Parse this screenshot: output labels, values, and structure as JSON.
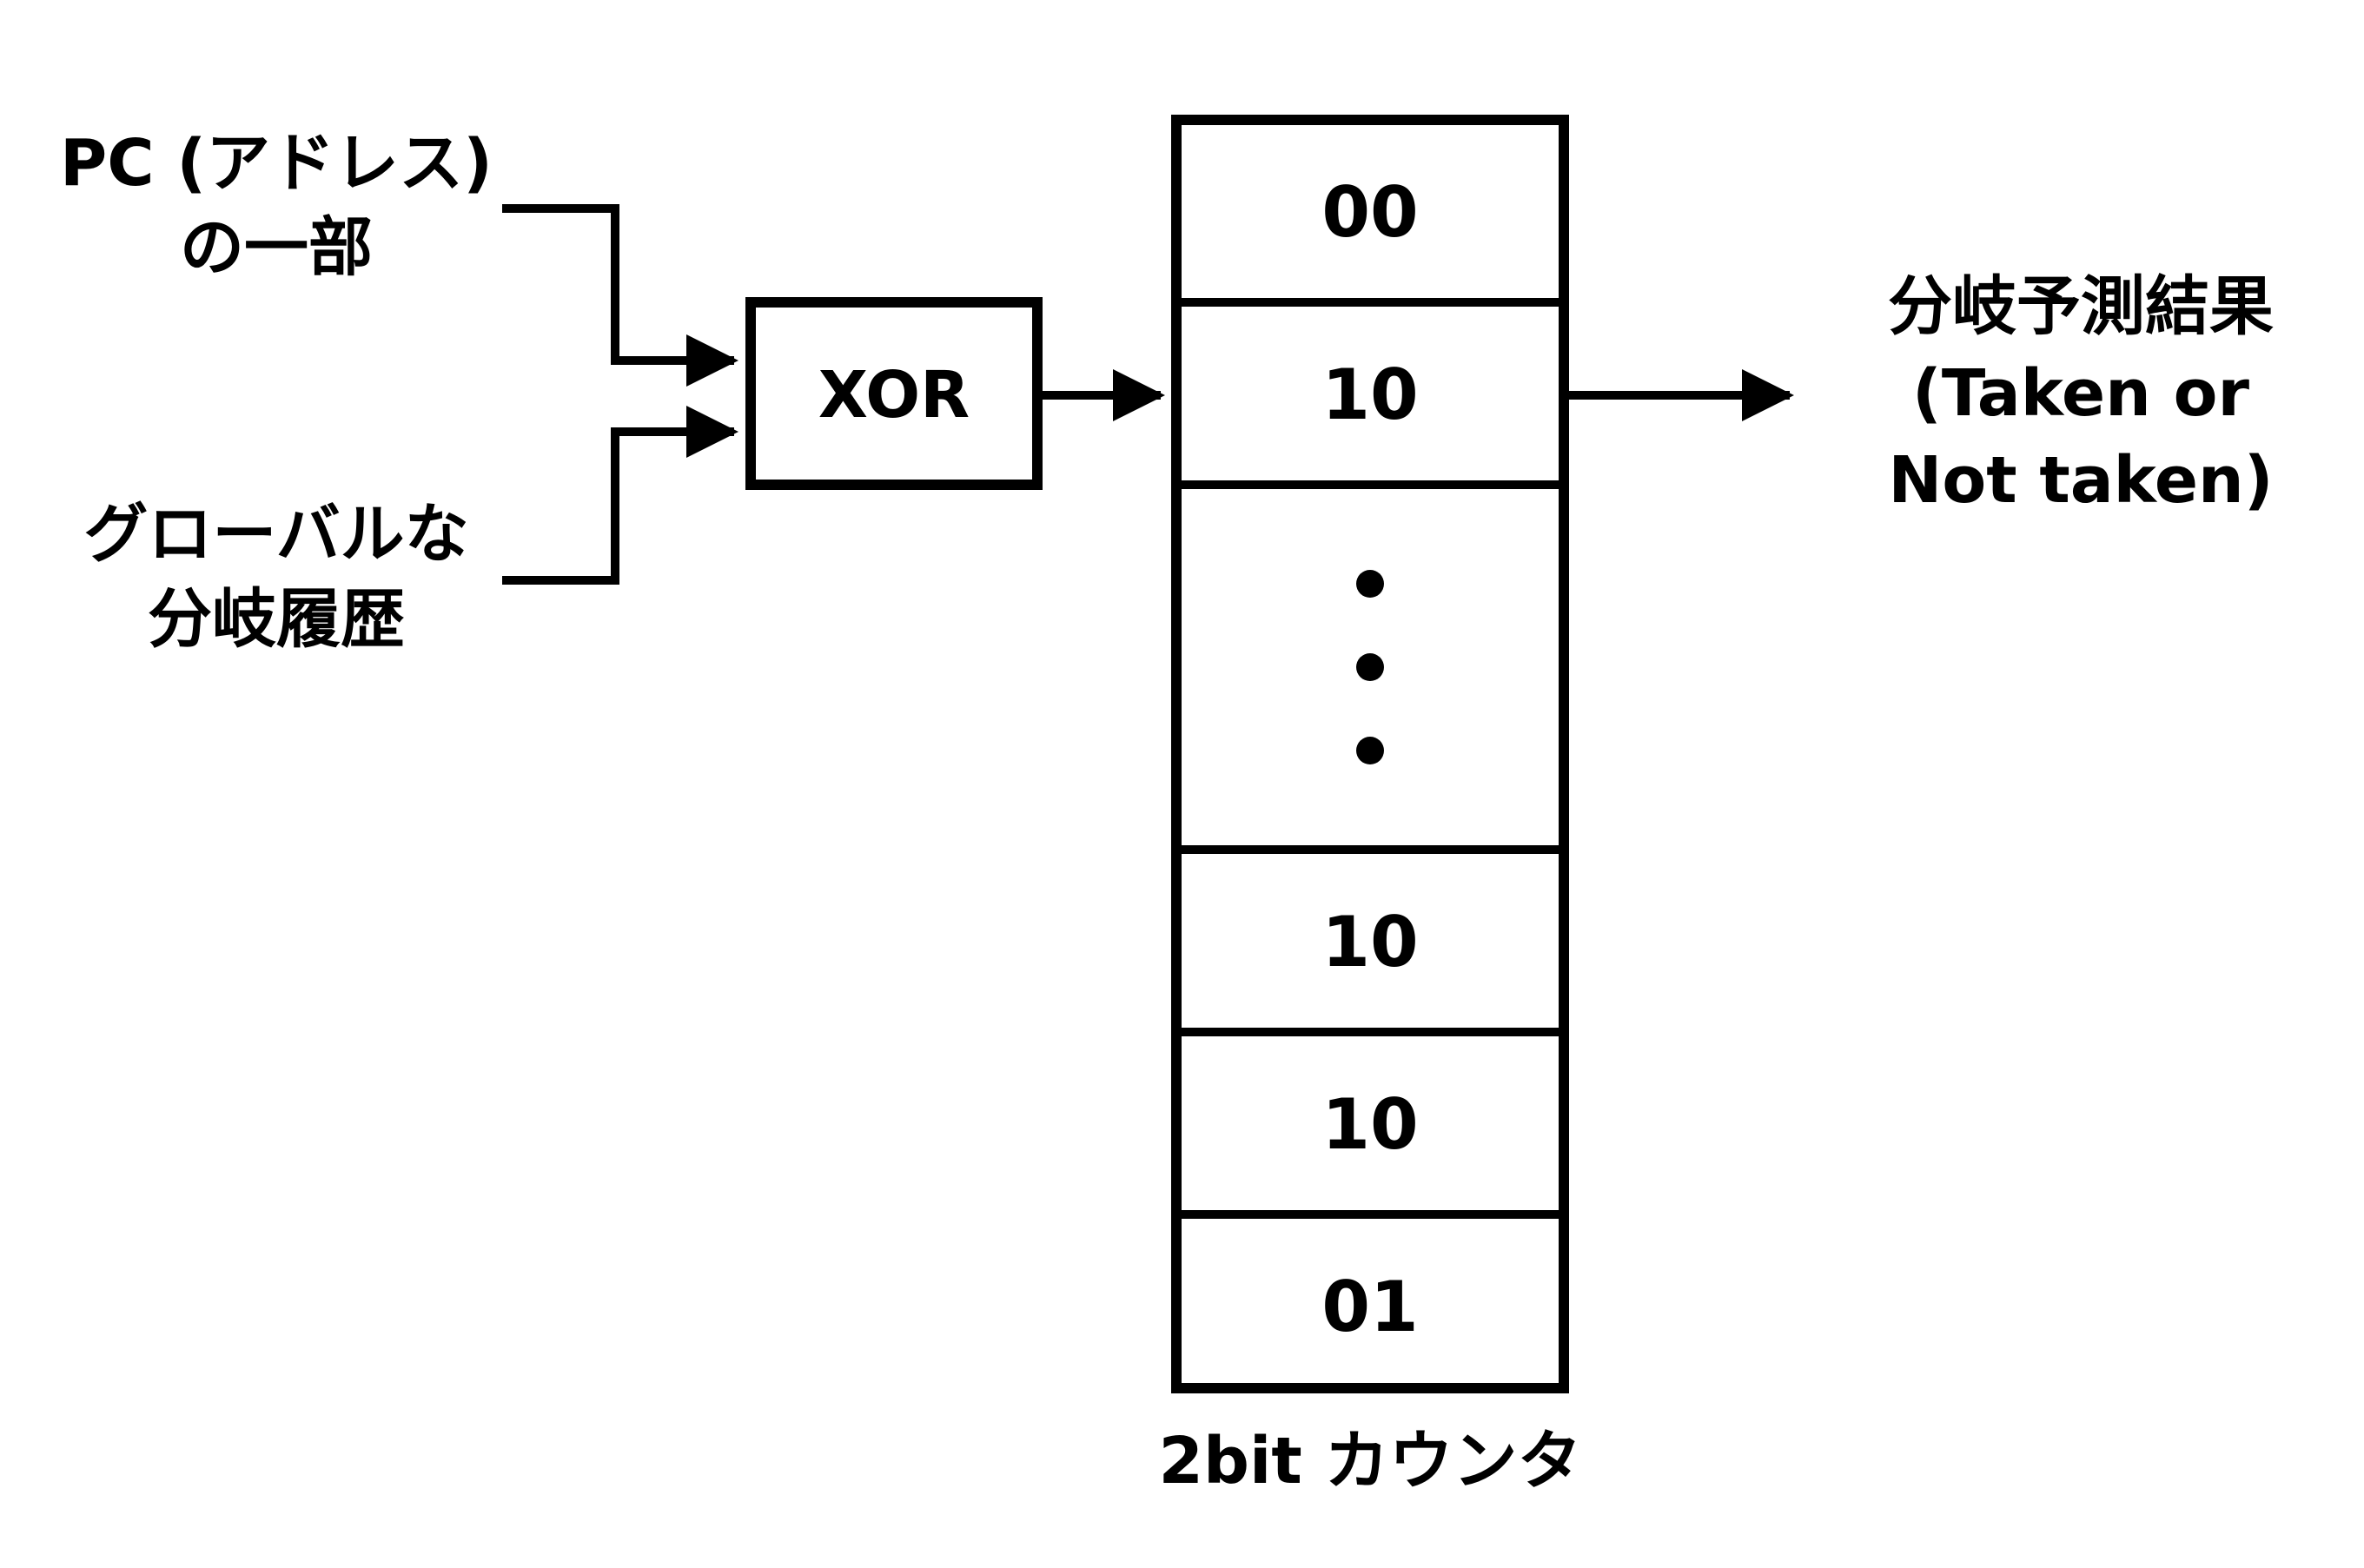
{
  "inputs": {
    "pc_line1": "PC (アドレス)",
    "pc_line2": "の一部",
    "history_line1": "グローバルな",
    "history_line2": "分岐履歴"
  },
  "xor": {
    "label": "XOR"
  },
  "counter_table": {
    "cells": [
      "00",
      "10",
      "10",
      "10",
      "01"
    ],
    "ellipsis": "• • •",
    "caption": "2bit カウンタ"
  },
  "output": {
    "line1": "分岐予測結果",
    "line2": "(Taken or",
    "line3": "Not taken)"
  }
}
